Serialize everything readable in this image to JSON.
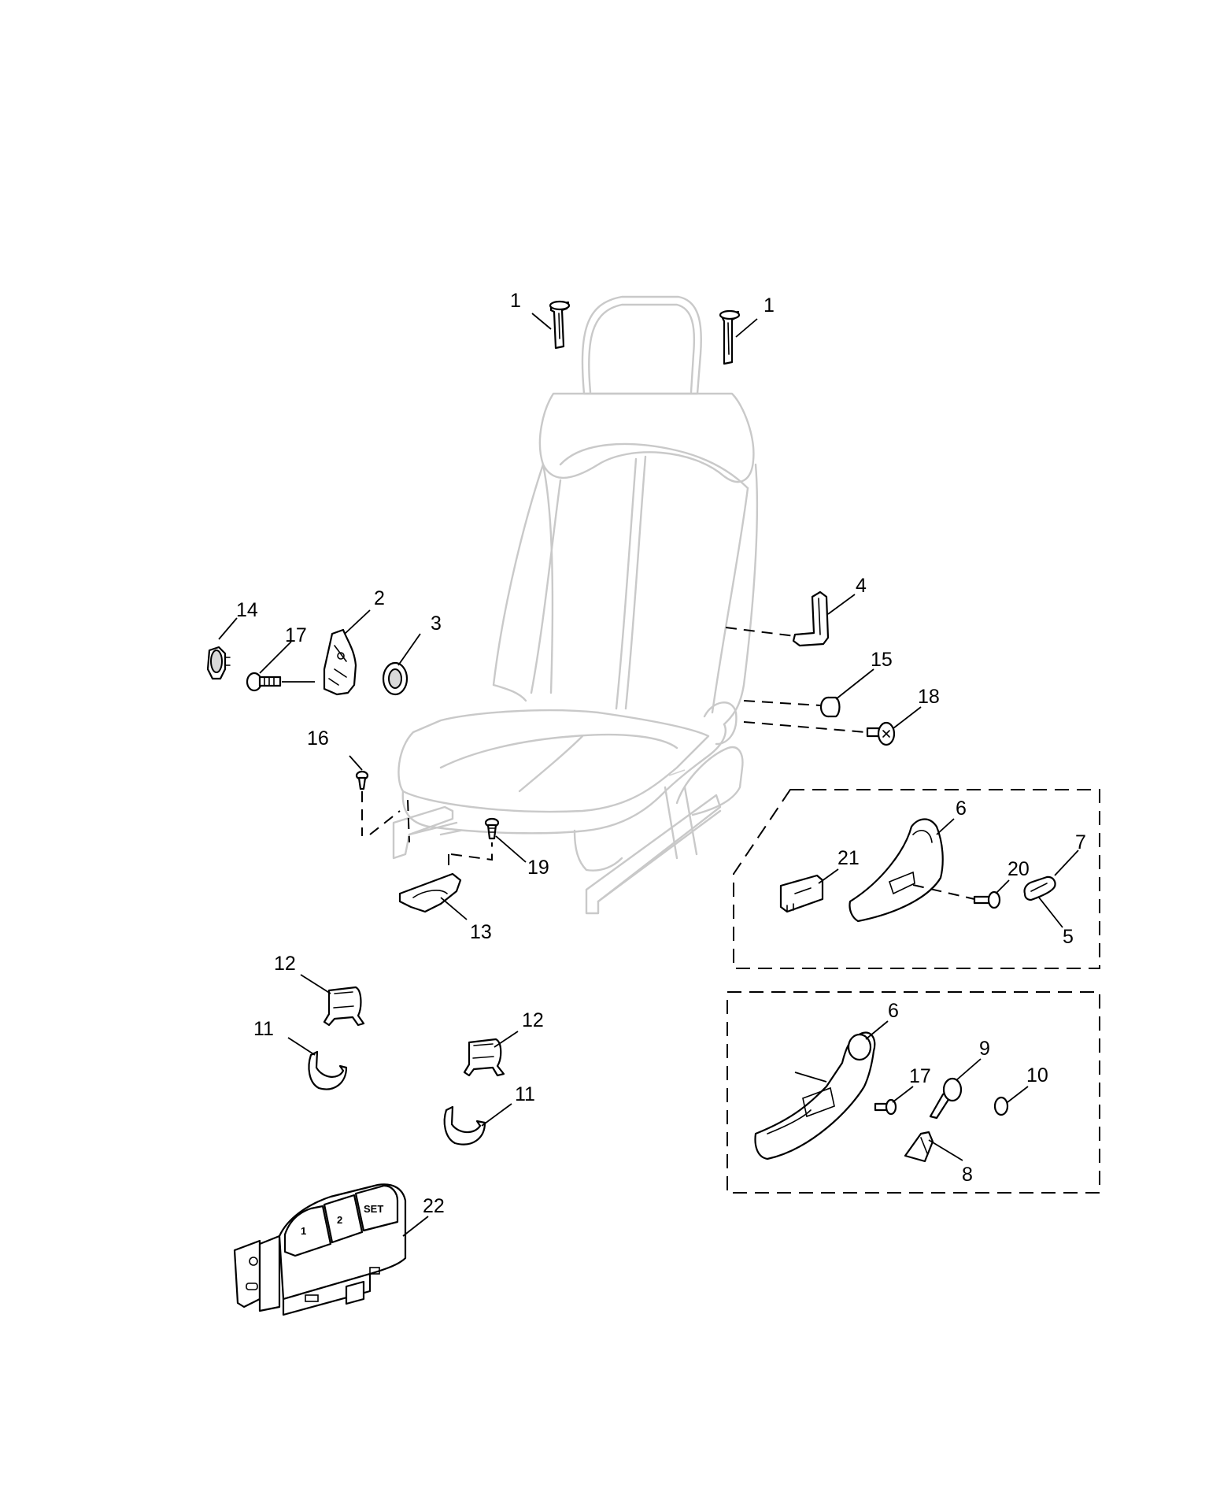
{
  "callouts": {
    "c1a": "1",
    "c1b": "1",
    "c2": "2",
    "c3": "3",
    "c4": "4",
    "c5": "5",
    "c6a": "6",
    "c6b": "6",
    "c7": "7",
    "c8": "8",
    "c9": "9",
    "c10": "10",
    "c11a": "11",
    "c11b": "11",
    "c12a": "12",
    "c12b": "12",
    "c13": "13",
    "c14": "14",
    "c15": "15",
    "c16": "16",
    "c17a": "17",
    "c17b": "17",
    "c18": "18",
    "c19": "19",
    "c20": "20",
    "c21": "21",
    "c22": "22"
  },
  "switch_keys": {
    "k1": "1",
    "k2": "2",
    "kset": "SET"
  }
}
